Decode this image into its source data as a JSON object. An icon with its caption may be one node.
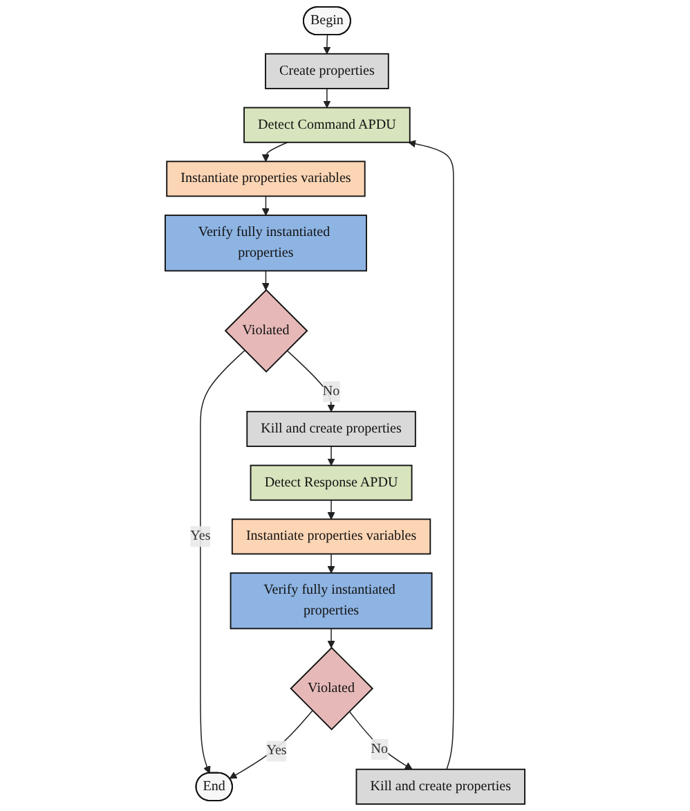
{
  "diagram": {
    "nodes": [
      {
        "text": [
          "Begin"
        ]
      },
      {
        "text": [
          "Create properties"
        ]
      },
      {
        "text": [
          "Detect Command APDU"
        ]
      },
      {
        "text": [
          "Instantiate properties variables"
        ]
      },
      {
        "text": [
          "Verify fully instantiated properties"
        ]
      },
      {
        "text": [
          "Violated"
        ]
      },
      {
        "text": [
          "Kill and create properties"
        ]
      },
      {
        "text": [
          "Detect Response APDU"
        ]
      },
      {
        "text": [
          "Instantiate properties variables"
        ]
      },
      {
        "text": [
          "Verify fully instantiated properties"
        ]
      },
      {
        "text": [
          "Violated"
        ]
      },
      {
        "text": [
          "End"
        ]
      },
      {
        "text": [
          "Kill and create properties"
        ]
      }
    ],
    "edges": [
      {
        "from": 0,
        "to": 1,
        "arrow": "to"
      },
      {
        "from": 1,
        "to": 2,
        "arrow": "to"
      },
      {
        "from": 2,
        "to": 3,
        "arrow": "to"
      },
      {
        "from": 3,
        "to": 4,
        "arrow": "to"
      },
      {
        "from": 4,
        "to": 5,
        "arrow": "to"
      },
      {
        "from": 5,
        "to": 11,
        "label": "Yes",
        "arrow": "to"
      },
      {
        "from": 5,
        "to": 6,
        "label": "No",
        "arrow": "to"
      },
      {
        "from": 6,
        "to": 7,
        "arrow": "to"
      },
      {
        "from": 7,
        "to": 8,
        "arrow": "to"
      },
      {
        "from": 8,
        "to": 9,
        "arrow": "to"
      },
      {
        "from": 9,
        "to": 10,
        "arrow": "to"
      },
      {
        "from": 10,
        "to": 11,
        "label": "Yes",
        "arrow": "to"
      },
      {
        "from": 10,
        "to": 12,
        "label": "No",
        "arrow": "to"
      },
      {
        "from": 12,
        "to": 2,
        "arrow": "to"
      }
    ]
  }
}
